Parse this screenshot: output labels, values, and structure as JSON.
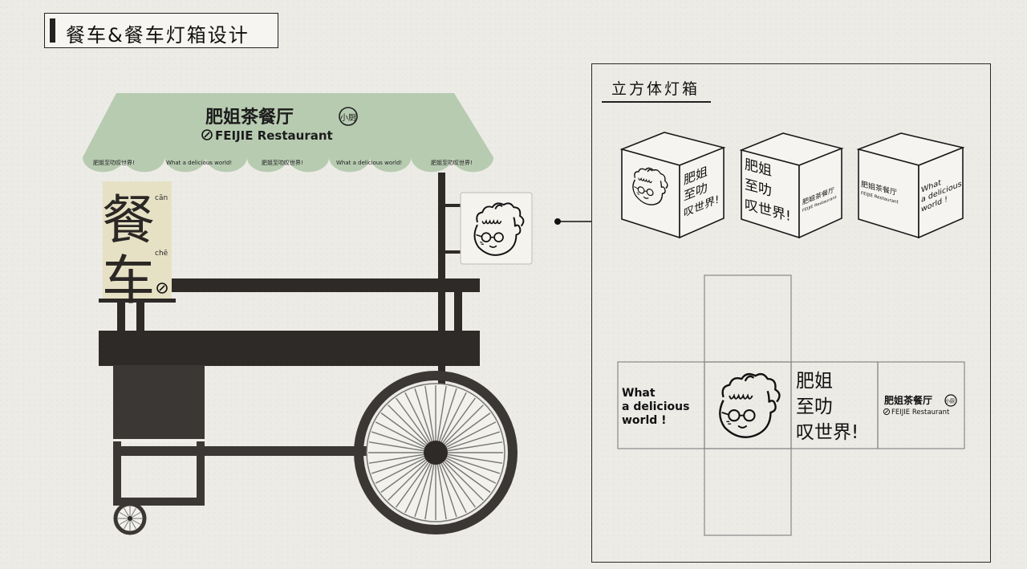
{
  "header": {
    "title": "餐车&餐车灯箱设计"
  },
  "cart": {
    "brand_cn": "肥姐茶餐厅",
    "brand_badge": "小厨",
    "brand_en": "FEIJIE Restaurant",
    "awning_slogan_cn": "肥姐至叻叹世界!",
    "awning_slogan_en": "What a delicious world!",
    "banner_char_1": "餐",
    "banner_char_2": "车",
    "banner_pinyin_1": "cān",
    "banner_pinyin_2": "chē",
    "awning_color": "#b7cbb1",
    "body_color": "#2e2a28",
    "banner_color": "#e6e1c4"
  },
  "lightbox": {
    "label": "立方体灯箱",
    "slogan_line1": "肥姐",
    "slogan_line2": "至叻",
    "slogan_line3": "叹世界!",
    "en_line1": "What",
    "en_line2": "a delicious",
    "en_line3": "world !",
    "brand_cn": "肥姐茶餐厅",
    "brand_badge": "小厨",
    "brand_en": "FEIJIE Restaurant"
  }
}
